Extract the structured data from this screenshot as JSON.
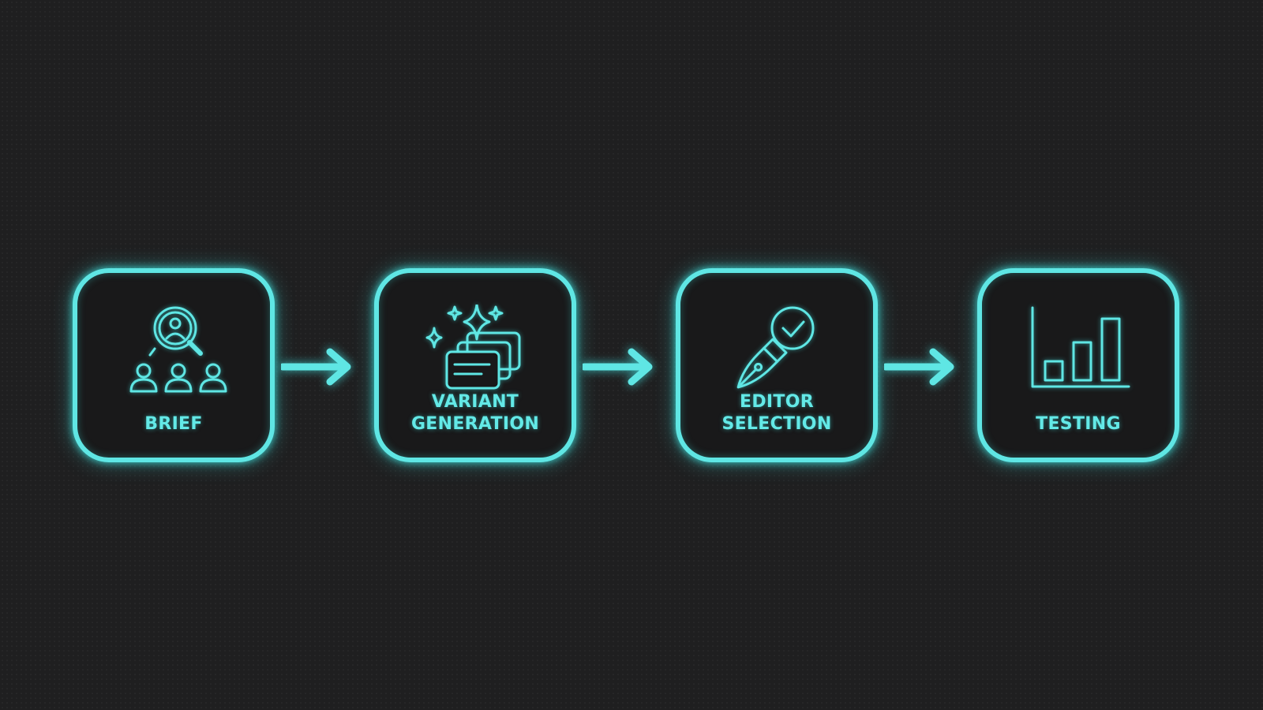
{
  "colors": {
    "background": "#1f1f20",
    "accent": "#5fe6e4",
    "box_fill": "#19191a"
  },
  "stages": [
    {
      "label_lines": [
        "BRIEF"
      ],
      "icon": "audience-search-icon"
    },
    {
      "label_lines": [
        "VARIANT",
        "GENERATION"
      ],
      "icon": "sparkle-cards-icon"
    },
    {
      "label_lines": [
        "EDITOR",
        "SELECTION"
      ],
      "icon": "pen-check-icon"
    },
    {
      "label_lines": [
        "TESTING"
      ],
      "icon": "bar-chart-icon"
    }
  ],
  "connectors": [
    {
      "from": "BRIEF",
      "to": "VARIANT GENERATION",
      "icon": "arrow-right-icon"
    },
    {
      "from": "VARIANT GENERATION",
      "to": "EDITOR SELECTION",
      "icon": "arrow-right-icon"
    },
    {
      "from": "EDITOR SELECTION",
      "to": "TESTING",
      "icon": "arrow-right-icon"
    }
  ]
}
